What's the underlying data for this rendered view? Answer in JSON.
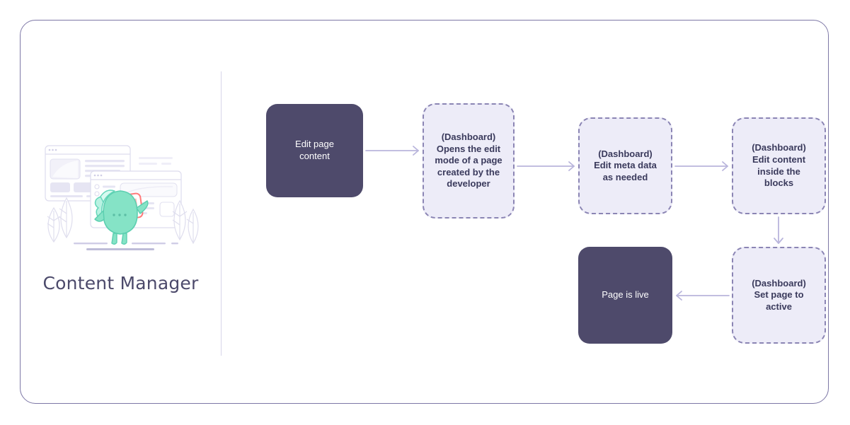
{
  "panel": {
    "title": "Content Manager",
    "illustration_name": "content-manager-mascot-illustration"
  },
  "colors": {
    "frame_border": "#7D77A6",
    "divider": "#D7D6EA",
    "solid_node_bg": "#4E4A6B",
    "solid_node_text": "#FFFFFF",
    "dashed_node_bg": "#EDECF8",
    "dashed_node_border": "#8B85B4",
    "dashed_node_text": "#3A3A5C",
    "arrow": "#B9B5DC",
    "mascot": "#7EE0C4",
    "accent_card": "#FF6B6B",
    "title_text": "#4C4A6B"
  },
  "flow": {
    "nodes": [
      {
        "id": "edit-page-content",
        "style": "solid",
        "label": "Edit page\ncontent"
      },
      {
        "id": "opens-edit-mode",
        "style": "dashed",
        "label": "(Dashboard)\nOpens the edit\nmode of a page\ncreated by the\ndeveloper"
      },
      {
        "id": "edit-meta-data",
        "style": "dashed",
        "label": "(Dashboard)\nEdit meta data\nas needed"
      },
      {
        "id": "edit-content-blocks",
        "style": "dashed",
        "label": "(Dashboard)\nEdit content\ninside the\nblocks"
      },
      {
        "id": "set-page-active",
        "style": "dashed",
        "label": "(Dashboard)\nSet page to\nactive"
      },
      {
        "id": "page-is-live",
        "style": "solid",
        "label": "Page is live"
      }
    ],
    "edges": [
      {
        "from": "edit-page-content",
        "to": "opens-edit-mode",
        "direction": "right"
      },
      {
        "from": "opens-edit-mode",
        "to": "edit-meta-data",
        "direction": "right"
      },
      {
        "from": "edit-meta-data",
        "to": "edit-content-blocks",
        "direction": "right"
      },
      {
        "from": "edit-content-blocks",
        "to": "set-page-active",
        "direction": "down"
      },
      {
        "from": "set-page-active",
        "to": "page-is-live",
        "direction": "left"
      }
    ]
  }
}
